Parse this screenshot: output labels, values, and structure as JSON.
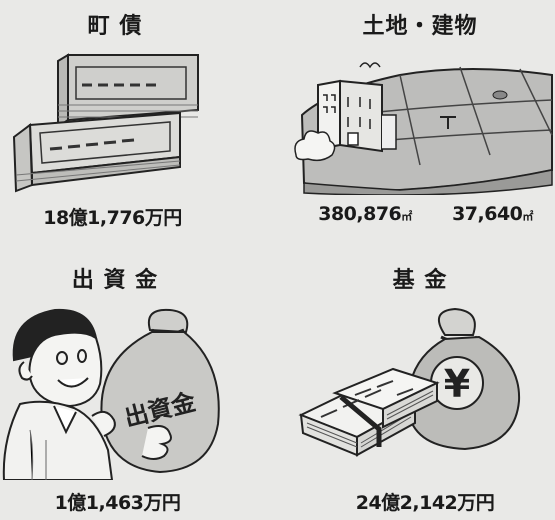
{
  "panels": {
    "bonds": {
      "title": "町 債",
      "value": "18億1,776万円"
    },
    "land": {
      "title": "土地・建物",
      "land_area": "380,876",
      "building_area": "37,640",
      "unit": "㎡"
    },
    "investment": {
      "title": "出 資 金",
      "value": "1億1,463万円",
      "bag_label": "出資金"
    },
    "fund": {
      "title": "基 金",
      "value": "24億2,142万円",
      "bag_symbol": "¥"
    }
  }
}
